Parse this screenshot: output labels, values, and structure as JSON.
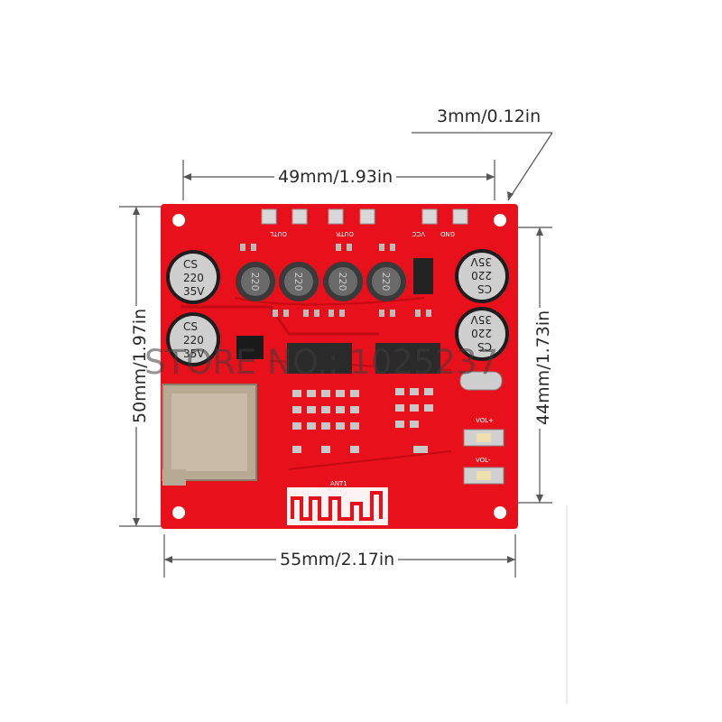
{
  "dimensions": {
    "hole_offset": "3mm/0.12in",
    "top_width": "49mm/1.93in",
    "left_height": "50mm/1.97in",
    "right_height": "44mm/1.73in",
    "bottom_width": "55mm/2.17in"
  },
  "board": {
    "color": "#e8101a",
    "capacitors": [
      {
        "line1": "CS",
        "line2": "220",
        "line3": "35V"
      },
      {
        "line1": "CS",
        "line2": "220",
        "line3": "35V"
      },
      {
        "line1": "CS",
        "line2": "220",
        "line3": "35V"
      },
      {
        "line1": "CS",
        "line2": "220",
        "line3": "35V"
      }
    ],
    "inductor_label": "220",
    "pin_labels": {
      "outl": "OUTL",
      "outr": "OUTR",
      "vcc": "VCC",
      "gnd": "GND"
    },
    "antenna_label": "ANT1",
    "vol_plus": "VOL+",
    "vol_minus": "VOL-"
  },
  "watermark": "STORE NO.: 1025237"
}
